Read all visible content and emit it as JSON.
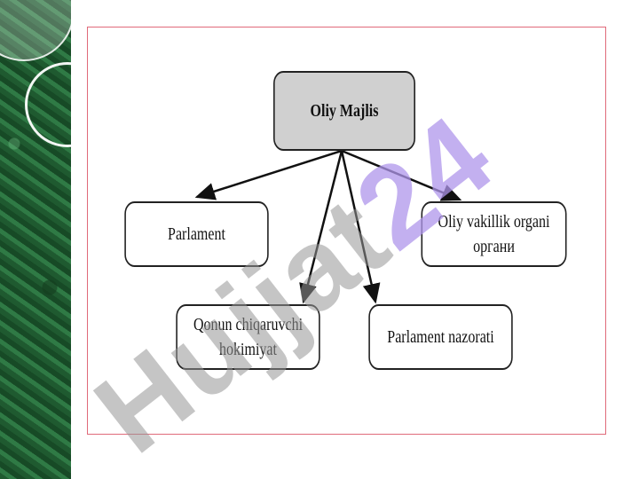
{
  "diagram": {
    "root": "Oliy Majlis",
    "children": [
      {
        "id": "parlament",
        "label": "Parlament"
      },
      {
        "id": "vakillik",
        "lines": [
          "Oliy vakillik organi",
          "органи"
        ]
      },
      {
        "id": "qonun",
        "lines": [
          "Qonun chiqaruvchi",
          "hokimiyat"
        ]
      },
      {
        "id": "nazorat",
        "label": "Parlament nazorati"
      }
    ]
  },
  "watermark": {
    "part1": "Hujjat",
    "part2": "24"
  },
  "colors": {
    "root_fill": "#d0d0d0",
    "frame_border": "#e06a7a",
    "watermark_accent": "#af96eb"
  }
}
